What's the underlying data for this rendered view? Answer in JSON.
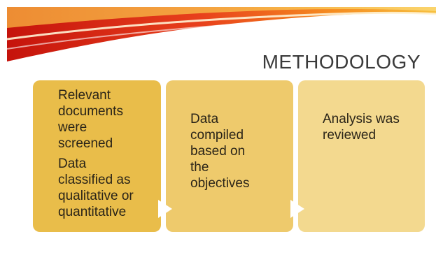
{
  "slide": {
    "title": "METHODOLOGY",
    "steps": [
      {
        "paragraphs": [
          "Relevant\ndocuments\nwere\nscreened",
          "Data\nclassified as\nqualitative or\nquantitative"
        ]
      },
      {
        "paragraphs": [
          "Data\ncompiled\nbased on\nthe\nobjectives"
        ]
      },
      {
        "paragraphs": [
          "Analysis was\nreviewed"
        ]
      }
    ]
  },
  "colors": {
    "step1": "#e9bd4a",
    "step2": "#eeca6c",
    "step3": "#f3d98f",
    "banner_red": "#d8261b",
    "banner_orange": "#f58a1f",
    "banner_yellow": "#f6c13c"
  }
}
